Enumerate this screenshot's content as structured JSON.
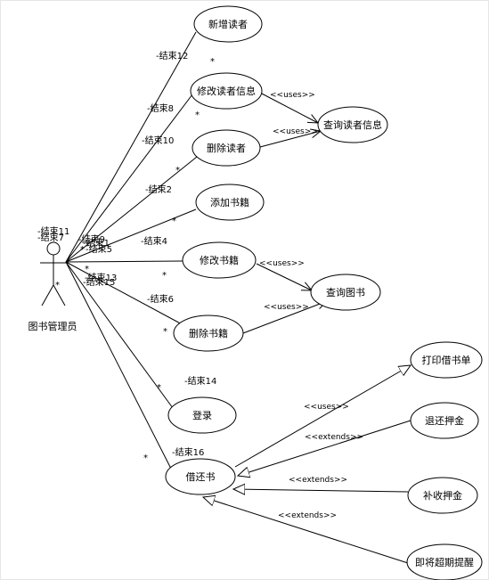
{
  "actor": {
    "name": "图书管理员"
  },
  "use_cases": [
    {
      "id": "add_reader",
      "label": "新增读者"
    },
    {
      "id": "edit_reader",
      "label": "修改读者信息"
    },
    {
      "id": "query_reader",
      "label": "查询读者信息"
    },
    {
      "id": "delete_reader",
      "label": "删除读者"
    },
    {
      "id": "add_book",
      "label": "添加书籍"
    },
    {
      "id": "edit_book",
      "label": "修改书籍"
    },
    {
      "id": "query_book",
      "label": "查询图书"
    },
    {
      "id": "delete_book",
      "label": "删除书籍"
    },
    {
      "id": "login",
      "label": "登录"
    },
    {
      "id": "borrow_return",
      "label": "借还书"
    },
    {
      "id": "print_slip",
      "label": "打印借书单"
    },
    {
      "id": "refund_deposit",
      "label": "退还押金"
    },
    {
      "id": "collect_deposit",
      "label": "补收押金"
    },
    {
      "id": "overdue_reminder",
      "label": "即将超期提醒"
    }
  ],
  "associations": [
    {
      "target": "add_reader",
      "role": "-结束12",
      "multiplicity": "*"
    },
    {
      "target": "edit_reader",
      "role": "-结束8",
      "multiplicity": "*"
    },
    {
      "target": "delete_reader",
      "role": "-结束10",
      "multiplicity": "*"
    },
    {
      "target": "add_book",
      "role": "-结束2",
      "multiplicity": "*"
    },
    {
      "target": "edit_book",
      "role": "-结束4",
      "multiplicity": "*"
    },
    {
      "target": "delete_book",
      "role": "-结束6",
      "multiplicity": "*"
    },
    {
      "target": "login",
      "role": "-结束14",
      "multiplicity": "*"
    },
    {
      "target": "borrow_return",
      "role": "-结束16",
      "multiplicity": "*"
    }
  ],
  "actor_end_labels": [
    "-结束11",
    "-结束7",
    "-结束9",
    "-结束1",
    "-结束5",
    "-结束13",
    "-结束15"
  ],
  "actor_end_multiplicities": [
    "*",
    "*",
    "*"
  ],
  "dependencies": [
    {
      "from": "edit_reader",
      "to": "query_reader",
      "stereotype": "<<uses>>"
    },
    {
      "from": "delete_reader",
      "to": "query_reader",
      "stereotype": "<<uses>>"
    },
    {
      "from": "edit_book",
      "to": "query_book",
      "stereotype": "<<uses>>"
    },
    {
      "from": "delete_book",
      "to": "query_book",
      "stereotype": "<<uses>>"
    },
    {
      "from": "borrow_return",
      "to": "print_slip",
      "stereotype": "<<uses>>"
    },
    {
      "from": "refund_deposit",
      "to": "borrow_return",
      "stereotype": "<<extends>>"
    },
    {
      "from": "collect_deposit",
      "to": "borrow_return",
      "stereotype": "<<extends>>"
    },
    {
      "from": "overdue_reminder",
      "to": "borrow_return",
      "stereotype": "<<extends>>"
    }
  ]
}
